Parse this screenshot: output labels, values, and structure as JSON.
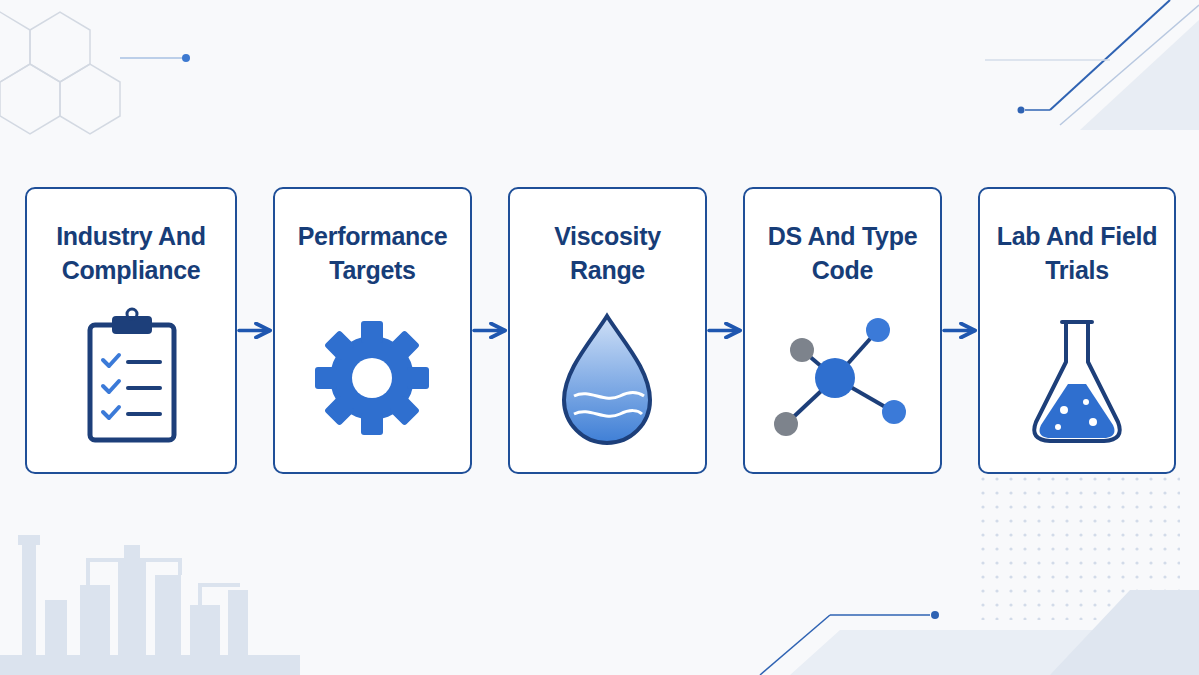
{
  "diagram": {
    "nodes": [
      {
        "text": [
          "Industry And Compliance"
        ]
      },
      {
        "text": [
          "Performance Targets"
        ]
      },
      {
        "text": [
          "Viscosity Range"
        ]
      },
      {
        "text": [
          "DS And Type Code"
        ]
      },
      {
        "text": [
          "Lab And Field Trials"
        ]
      }
    ],
    "edges": [
      {
        "from": 0,
        "to": 1,
        "arrow": "to"
      },
      {
        "from": 1,
        "to": 2,
        "arrow": "to"
      },
      {
        "from": 2,
        "to": 3,
        "arrow": "to"
      },
      {
        "from": 3,
        "to": 4,
        "arrow": "to"
      }
    ]
  }
}
